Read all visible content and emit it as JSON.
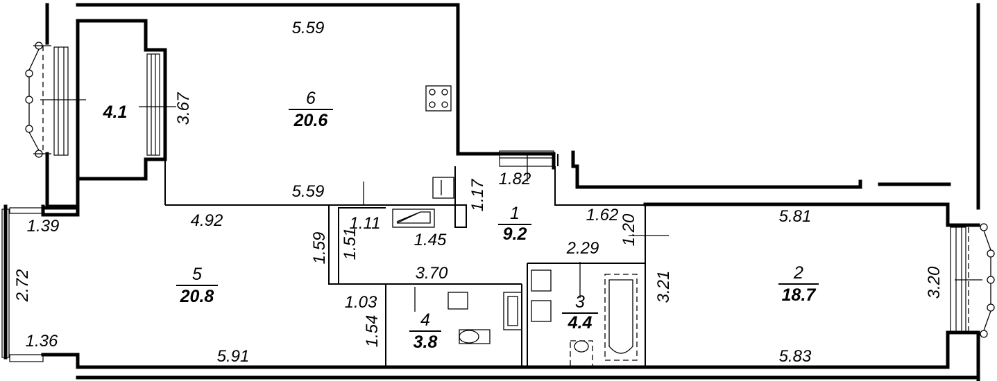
{
  "rooms": [
    {
      "number": "6",
      "area": "20.6"
    },
    {
      "number": "",
      "area": "4.1"
    },
    {
      "number": "1",
      "area": "9.2"
    },
    {
      "number": "2",
      "area": "18.7"
    },
    {
      "number": "3",
      "area": "4.4"
    },
    {
      "number": "4",
      "area": "3.8"
    },
    {
      "number": "5",
      "area": "20.8"
    }
  ],
  "dimensions": {
    "room6_top": "5.59",
    "room6_bottom": "5.59",
    "balcony_height": "3.67",
    "hall_width_top": "1.82",
    "hall_height": "1.17",
    "closet_width": "1.11",
    "closet_inner": "1.45",
    "hall_depth": "1.62",
    "hall_pass": "1.20",
    "room5_top": "4.92",
    "room5_bay_top": "1.39",
    "room5_bay_height": "2.72",
    "room5_bay_bottom": "1.36",
    "room5_bottom": "5.91",
    "corridor_a": "1.59",
    "corridor_b": "1.51",
    "corridor_len": "3.70",
    "wc_width": "1.03",
    "wc_height": "1.54",
    "bath_width": "2.29",
    "bath_height": "3.21",
    "room2_top": "5.81",
    "room2_height": "3.20",
    "room2_bottom": "5.83"
  }
}
